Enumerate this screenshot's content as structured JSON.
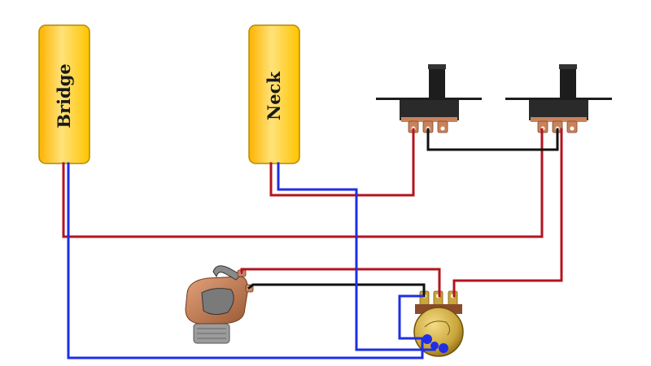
{
  "pickups": {
    "bridge": {
      "label": "Bridge"
    },
    "neck": {
      "label": "Neck"
    }
  },
  "components": {
    "switch_1": {
      "type": "slide-switch",
      "terminals": 3
    },
    "switch_2": {
      "type": "slide-switch",
      "terminals": 3
    },
    "volume_pot": {
      "type": "potentiometer",
      "terminals": 3
    },
    "output_jack": {
      "type": "mono-jack"
    }
  },
  "wire_colors": {
    "hot": "#b3141f",
    "ground": "#1f2ee6",
    "jumper": "#111111"
  },
  "colors": {
    "pickup_fill_top": "#ffd21a",
    "pickup_fill_bottom": "#fff3b5",
    "pickup_edge": "#b48a00",
    "pot_body": "#c9a53a",
    "switch_body": "#2a2a2a",
    "copper": "#c9825a"
  }
}
